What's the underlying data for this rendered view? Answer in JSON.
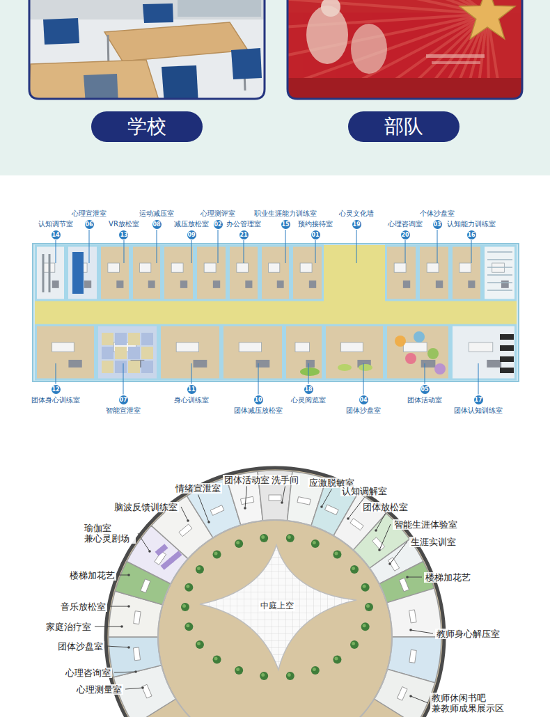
{
  "diagram": {
    "nodes": [
      {
        "text": [
          "学校"
        ]
      },
      {
        "text": [
          "部队"
        ]
      },
      {
        "text": [
          "认知调节室",
          "14"
        ]
      },
      {
        "text": [
          "心理宣泄室",
          "06"
        ]
      },
      {
        "text": [
          "VR放松室",
          "13"
        ]
      },
      {
        "text": [
          "运动减压室",
          "08"
        ]
      },
      {
        "text": [
          "减压放松室",
          "09"
        ]
      },
      {
        "text": [
          "心理测评室",
          "02"
        ]
      },
      {
        "text": [
          "办公管理室",
          "21"
        ]
      },
      {
        "text": [
          "职业生涯能力训练室",
          "15"
        ]
      },
      {
        "text": [
          "预约接待室",
          "01"
        ]
      },
      {
        "text": [
          "心灵文化墙",
          "19"
        ]
      },
      {
        "text": [
          "心理咨询室",
          "20"
        ]
      },
      {
        "text": [
          "个体沙盘室",
          "03"
        ]
      },
      {
        "text": [
          "认知能力训练室",
          "16"
        ]
      },
      {
        "text": [
          "12",
          "团体身心训练室"
        ]
      },
      {
        "text": [
          "07",
          "智能宣泄室"
        ]
      },
      {
        "text": [
          "11",
          "身心训练室"
        ]
      },
      {
        "text": [
          "10",
          "团体减压放松室"
        ]
      },
      {
        "text": [
          "18",
          "心灵阅览室"
        ]
      },
      {
        "text": [
          "04",
          "团体沙盘室"
        ]
      },
      {
        "text": [
          "05",
          "团体活动室"
        ]
      },
      {
        "text": [
          "17",
          "团体认知训练室"
        ]
      },
      {
        "text": [
          "中庭上空"
        ]
      }
    ],
    "labels": [
      "情绪宣泄室",
      "团体活动室",
      "洗手间",
      "应激脱敏室",
      "认知调解室",
      "脑波反馈训练室",
      "团体放松室",
      "瑜伽室 兼心灵剧场",
      "智能生涯体验室",
      "生涯实训室",
      "楼梯加花艺",
      "楼梯加花艺",
      "音乐放松室",
      "家庭治疗室",
      "教师身心解压室",
      "团体沙盘室",
      "心理咨询室",
      "心理测量室",
      "教师休闲书吧 兼教师成果展示区"
    ]
  }
}
